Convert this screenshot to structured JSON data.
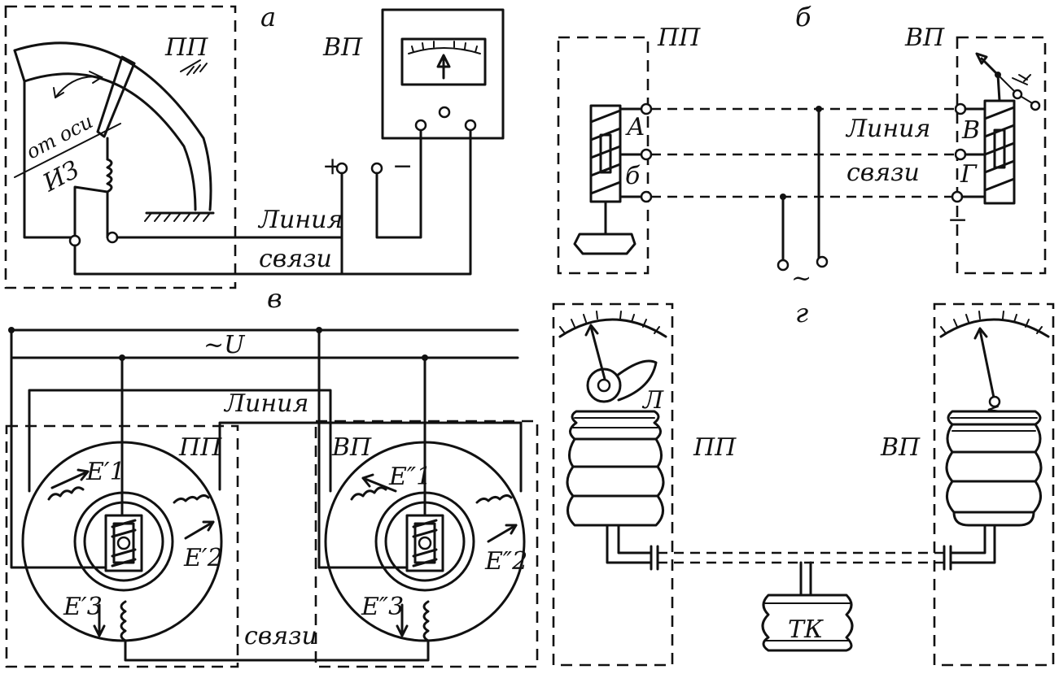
{
  "panels": {
    "a": {
      "letter": "а",
      "pp": "ПП",
      "vp": "ВП",
      "from_axis": "от оси",
      "iz": "ИЗ",
      "plus": "+",
      "minus": "−",
      "line1": "Линия",
      "line2": "связи"
    },
    "b": {
      "letter": "б",
      "pp": "ПП",
      "vp": "ВП",
      "A": "А",
      "B_lower": "б",
      "V": "В",
      "G": "Г",
      "line1": "Линия",
      "line2": "связи",
      "ac": "~",
      "minus": "−"
    },
    "v": {
      "letter": "в",
      "supply": "~U",
      "line1": "Линия",
      "line2": "связи",
      "pp": "ПП",
      "vp": "ВП",
      "e1": "E′1",
      "e2": "E′2",
      "e3": "E′3",
      "e1b": "E″1",
      "e2b": "E″2",
      "e3b": "E″3"
    },
    "g": {
      "letter": "г",
      "pp": "ПП",
      "vp": "ВП",
      "l": "Л",
      "tk": "ТК"
    }
  }
}
